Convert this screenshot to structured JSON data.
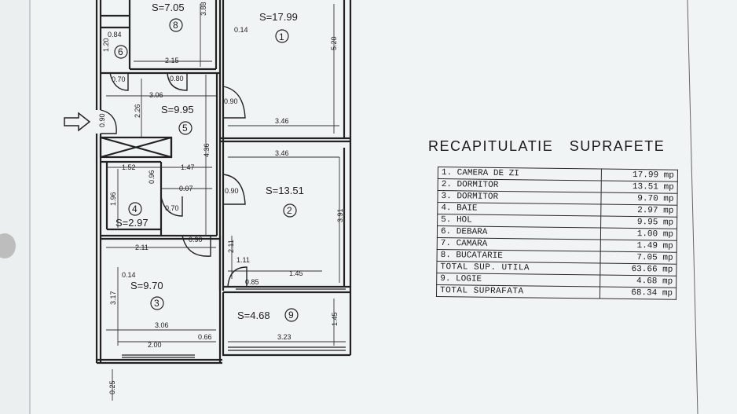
{
  "rooms": [
    {
      "id": "room-1",
      "number": "1",
      "area": "S=17.99"
    },
    {
      "id": "room-2",
      "number": "2",
      "area": "S=13.51"
    },
    {
      "id": "room-3",
      "number": "3",
      "area": "S=9.70"
    },
    {
      "id": "room-4",
      "number": "4",
      "area": "S=2.97"
    },
    {
      "id": "room-5",
      "number": "5",
      "area": "S=9.95"
    },
    {
      "id": "room-6",
      "number": "6",
      "area": ""
    },
    {
      "id": "room-8",
      "number": "8",
      "area": "S=7.05"
    },
    {
      "id": "room-9",
      "number": "9",
      "area": "S=4.68"
    }
  ],
  "dimensions": {
    "d_0_84": "0.84",
    "d_1_20": "1.20",
    "d_2_15": "2.15",
    "d_3_88": "3.88",
    "d_0_14a": "0.14",
    "d_5_20": "5.20",
    "d_0_70a": "0.70",
    "d_0_80": "0.80",
    "d_3_06a": "3.06",
    "d_2_26": "2.26",
    "d_0_90a": "0.90",
    "d_0_90b": "0.90",
    "d_3_46a": "3.46",
    "d_4_36": "4.36",
    "d_3_46b": "3.46",
    "d_1_52": "1.52",
    "d_1_47": "1.47",
    "d_0_96": "0.96",
    "d_0_07": "0.07",
    "d_1_96": "1.96",
    "d_0_90c": "0.90",
    "d_0_70b": "0.70",
    "d_3_91": "3.91",
    "d_2_11a": "2.11",
    "d_0_90d": "0.90",
    "d_2_11b": "2.11",
    "d_1_11": "1.11",
    "d_0_85": "0.85",
    "d_1_45a": "1.45",
    "d_0_14b": "0.14",
    "d_3_17": "3.17",
    "d_3_06b": "3.06",
    "d_1_45b": "1.45",
    "d_2_00": "2.00",
    "d_0_66": "0.66",
    "d_3_23": "3.23",
    "d_0_25": "0.25"
  },
  "recap": {
    "title": "RECAPITULATIE  SUPRAFETE",
    "rows": [
      {
        "name": "1. CAMERA DE ZI",
        "value": "17.99 mp"
      },
      {
        "name": "2. DORMITOR",
        "value": "13.51 mp"
      },
      {
        "name": "3. DORMITOR",
        "value": "9.70 mp"
      },
      {
        "name": "4. BAIE",
        "value": "2.97 mp"
      },
      {
        "name": "5. HOL",
        "value": "9.95 mp"
      },
      {
        "name": "6. DEBARA",
        "value": "1.00 mp"
      },
      {
        "name": "7. CAMARA",
        "value": "1.49 mp"
      },
      {
        "name": "8. BUCATARIE",
        "value": "7.05 mp"
      },
      {
        "name": "TOTAL SUP. UTILA",
        "value": "63.66 mp"
      },
      {
        "name": "9. LOGIE",
        "value": "4.68 mp"
      },
      {
        "name": "TOTAL SUPRAFATA",
        "value": "68.34 mp"
      }
    ]
  }
}
